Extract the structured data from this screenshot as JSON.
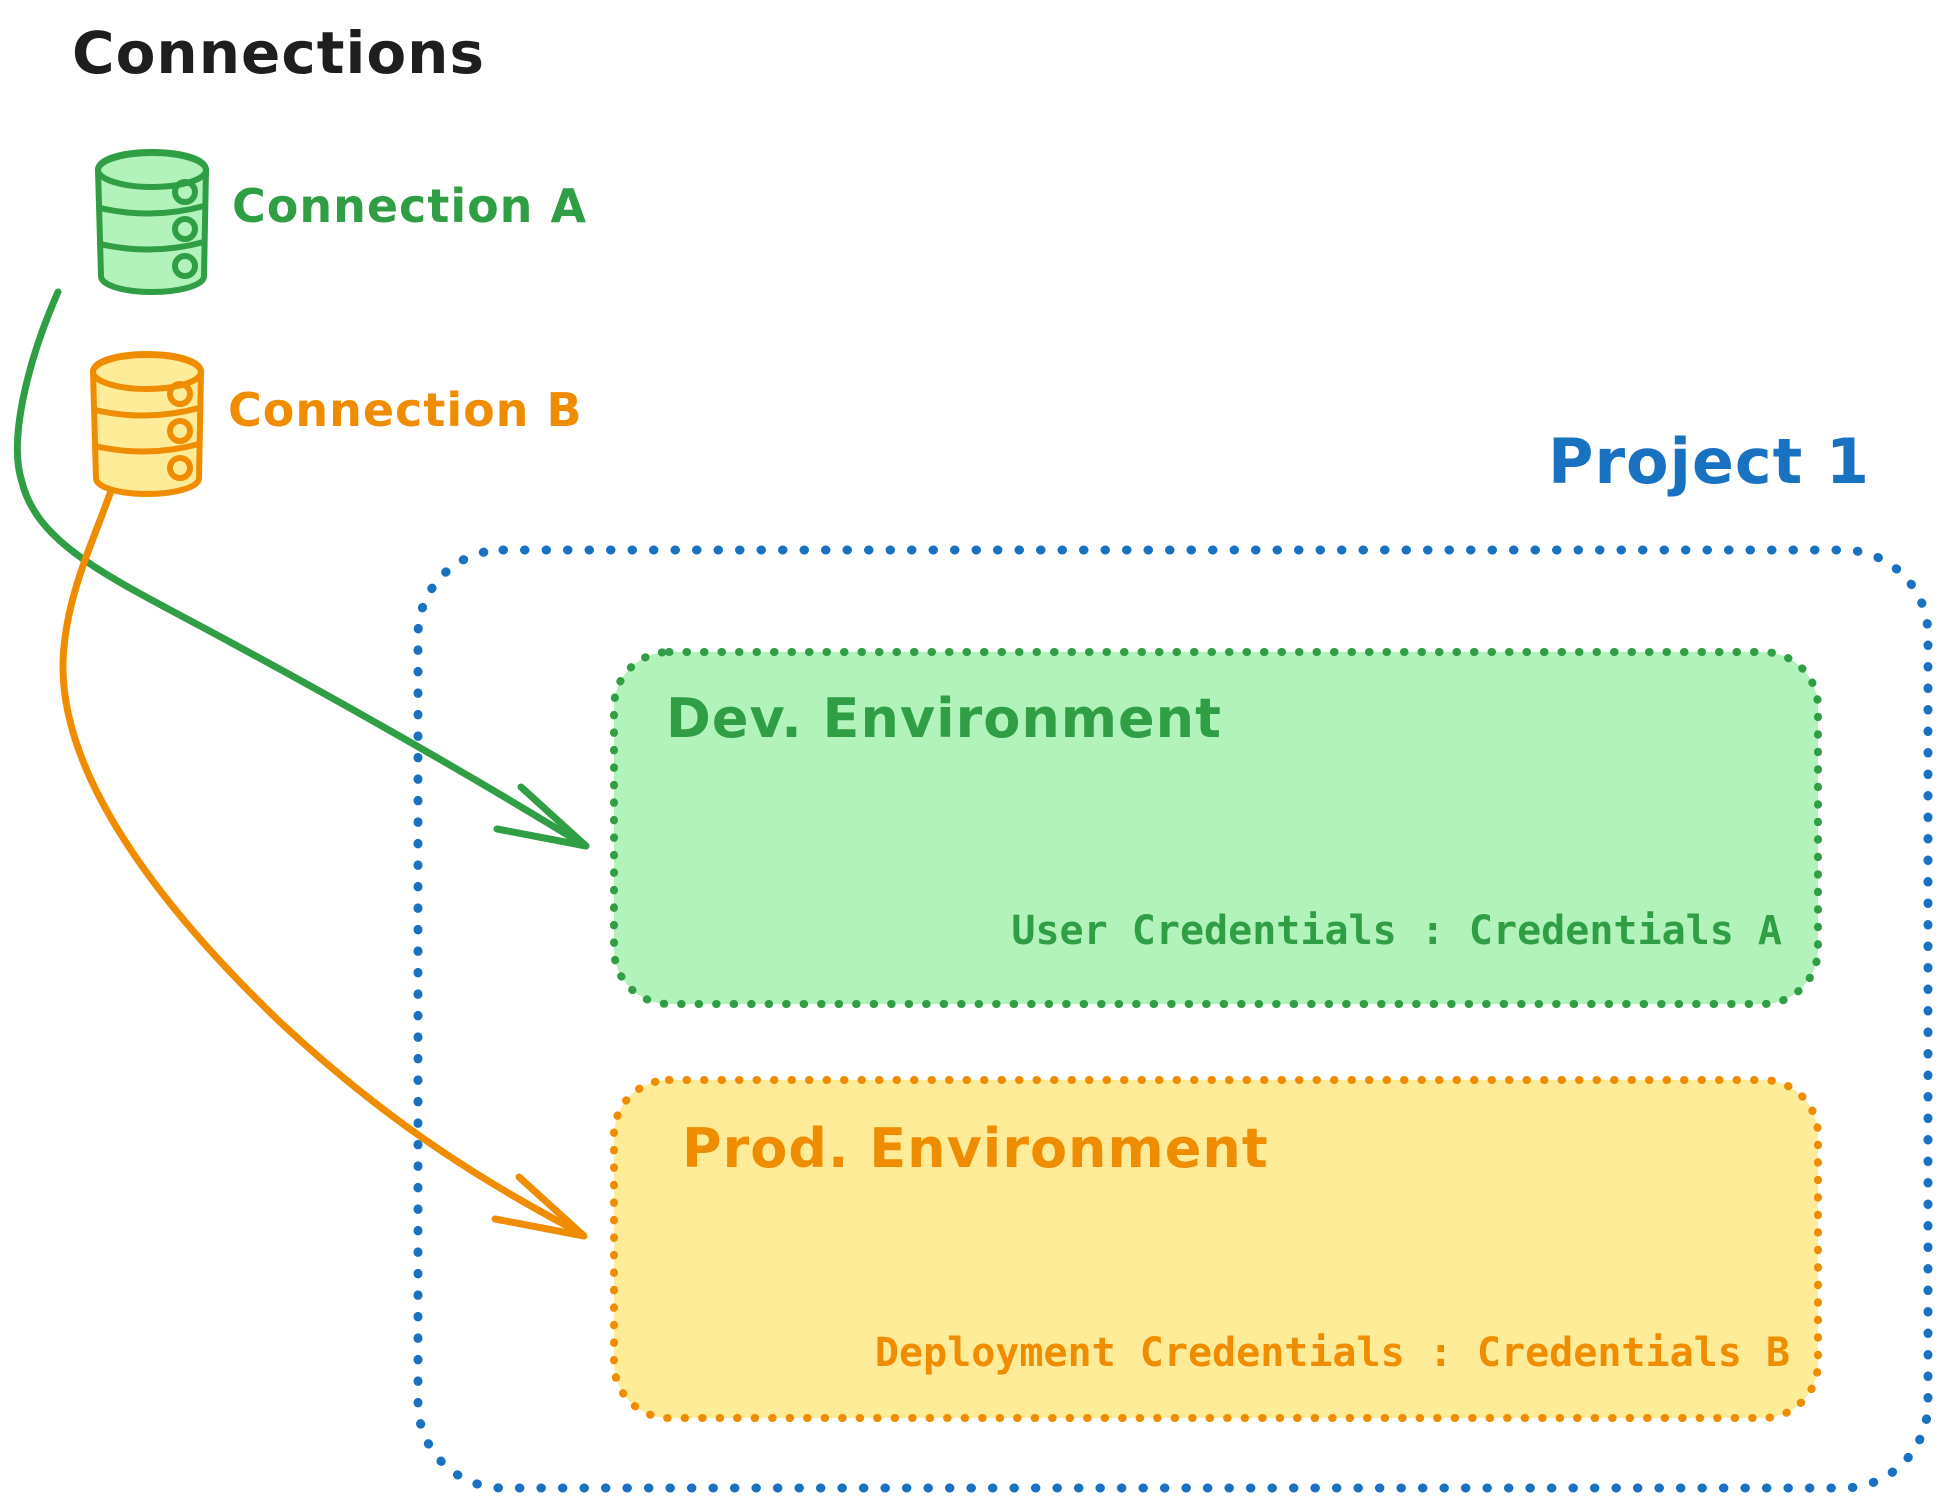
{
  "palette": {
    "ink": "#1e1e1e",
    "green": "#2f9e44",
    "green_fill": "#b2f2bb",
    "orange": "#f08c00",
    "orange_fill": "#ffec99",
    "blue": "#1971c2"
  },
  "connections": {
    "heading": "Connections",
    "items": [
      {
        "label": "Connection A",
        "color": "#2f9e44",
        "fill": "#b2f2bb",
        "icon": "database-icon"
      },
      {
        "label": "Connection B",
        "color": "#f08c00",
        "fill": "#ffec99",
        "icon": "database-icon"
      }
    ]
  },
  "project": {
    "label": "Project 1",
    "color": "#1971c2",
    "environments": [
      {
        "label": "Dev. Environment",
        "credentials": "User Credentials : Credentials A",
        "stroke": "#2f9e44",
        "fill": "#b2f2bb"
      },
      {
        "label": "Prod. Environment",
        "credentials": "Deployment Credentials : Credentials B",
        "stroke": "#f08c00",
        "fill": "#ffec99"
      }
    ]
  }
}
